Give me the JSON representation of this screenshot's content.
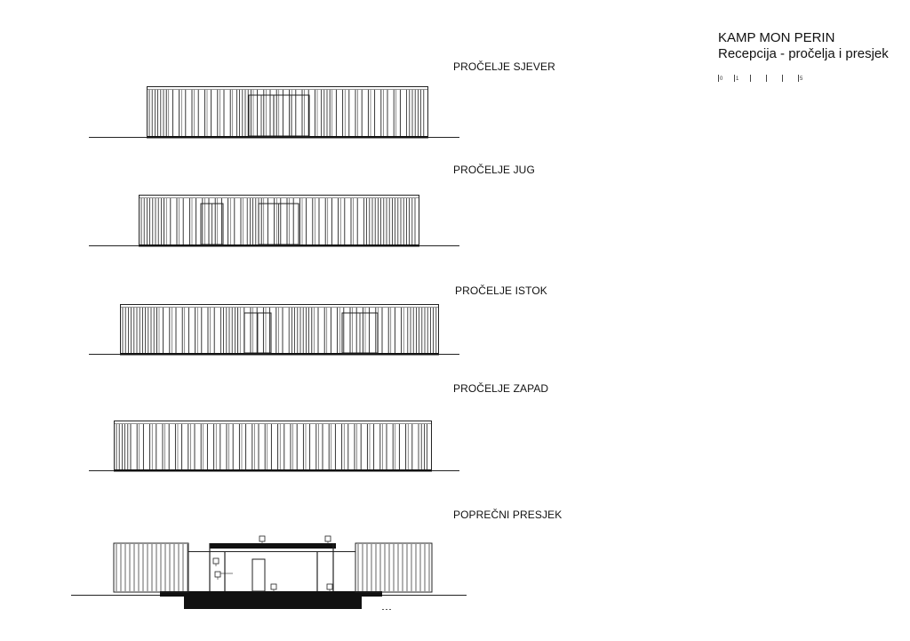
{
  "title": {
    "project": "KAMP MON PERIN",
    "subtitle": "Recepcija - pročelja i presjek"
  },
  "scale_bar": {
    "labels": [
      "0",
      "1",
      "",
      "",
      "",
      "5"
    ]
  },
  "views": [
    {
      "id": "north",
      "label": "PROČELJE SJEVER"
    },
    {
      "id": "south",
      "label": "PROČELJE JUG"
    },
    {
      "id": "east",
      "label": "PROČELJE ISTOK"
    },
    {
      "id": "west",
      "label": "PROČELJE ZAPAD"
    },
    {
      "id": "section",
      "label": "POPREČNI PRESJEK"
    }
  ],
  "colors": {
    "line": "#222222",
    "fill_dark": "#111111"
  }
}
